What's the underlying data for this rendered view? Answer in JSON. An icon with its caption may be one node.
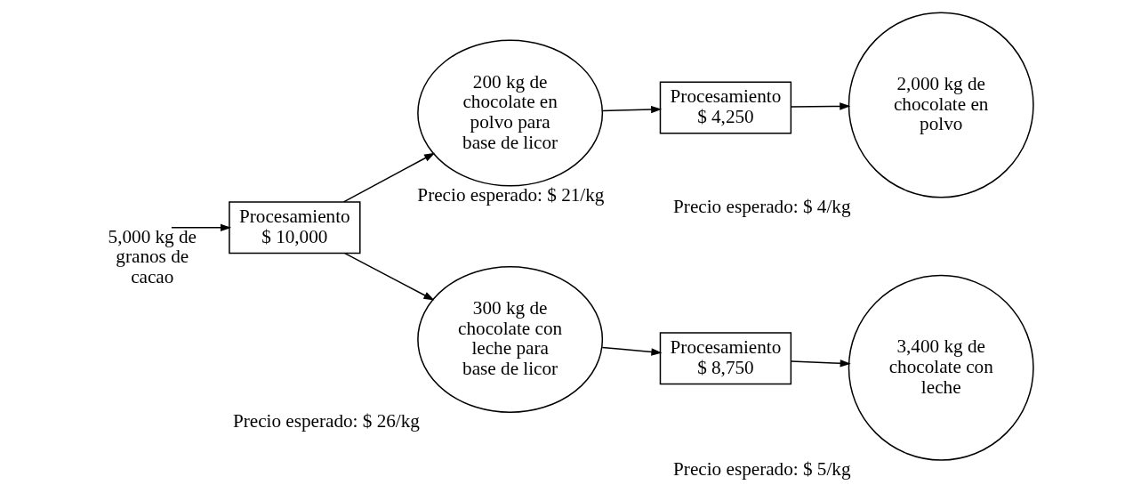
{
  "diagram": {
    "nodes": [
      {
        "text": [
          "Procesamiento",
          "$ 10,000"
        ]
      },
      {
        "text": [
          "200 kg de chocolate en polvo para base de licor"
        ],
        "beside": [
          "Precio esperado: $ 21/kg"
        ]
      },
      {
        "text": [
          "Procesamiento",
          "$ 4,250"
        ]
      },
      {
        "text": [
          "2,000 kg de chocolate en polvo"
        ],
        "beside": [
          "Precio esperado: $ 4/kg"
        ]
      },
      {
        "text": [
          "300 kg de chocolate con leche para base de licor"
        ],
        "beside": [
          "Precio esperado: $ 26/kg"
        ]
      },
      {
        "text": [
          "Procesamiento",
          "$ 8,750"
        ]
      },
      {
        "text": [
          "3,400 kg de chocolate con leche"
        ],
        "beside": [
          "Precio esperado: $ 5/kg"
        ]
      }
    ],
    "edges": [
      {
        "from": null,
        "to": 0,
        "arrow": "to",
        "label": "5,000 kg de granos de cacao"
      },
      {
        "from": 0,
        "to": 1,
        "arrow": "to"
      },
      {
        "from": 0,
        "to": 4,
        "arrow": "to"
      },
      {
        "from": 1,
        "to": 2,
        "arrow": "to"
      },
      {
        "from": 2,
        "to": 3,
        "arrow": "to"
      },
      {
        "from": 4,
        "to": 5,
        "arrow": "to"
      },
      {
        "from": 5,
        "to": 6,
        "arrow": "to"
      }
    ]
  }
}
